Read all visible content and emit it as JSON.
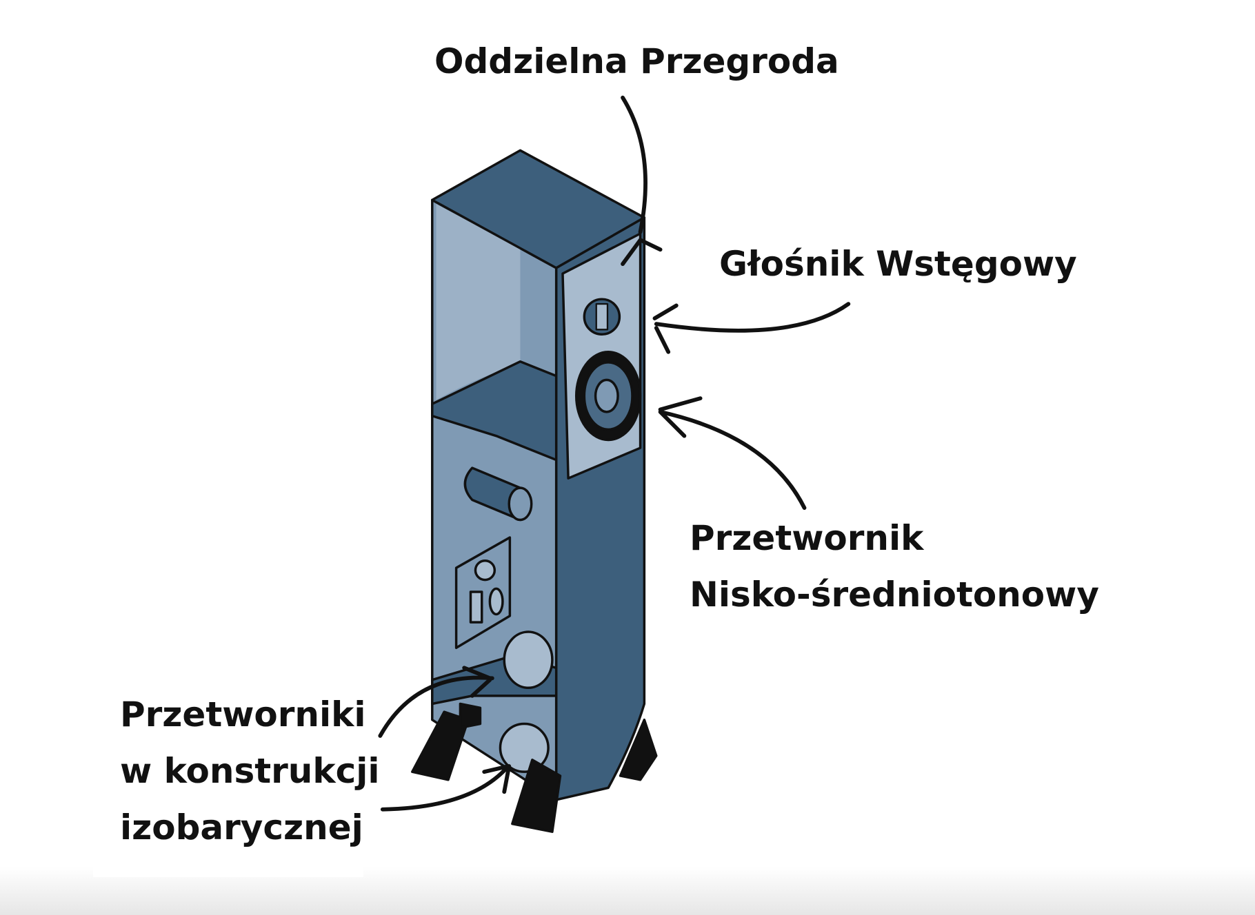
{
  "labels": {
    "separate_baffle": "Oddzielna Przegroda",
    "ribbon_tweeter": "Głośnik Wstęgowy",
    "midbass_driver": [
      "Przetwornik",
      "Nisko-średniotonowy"
    ],
    "isobaric_drivers": [
      "Przetworniki",
      "w konstrukcji",
      "izobarycznej"
    ]
  },
  "colors": {
    "cabinet_dark": "#3d5f7c",
    "cabinet_light": "#7f9ab4",
    "panel": "#a8bbce",
    "outline": "#111111"
  }
}
